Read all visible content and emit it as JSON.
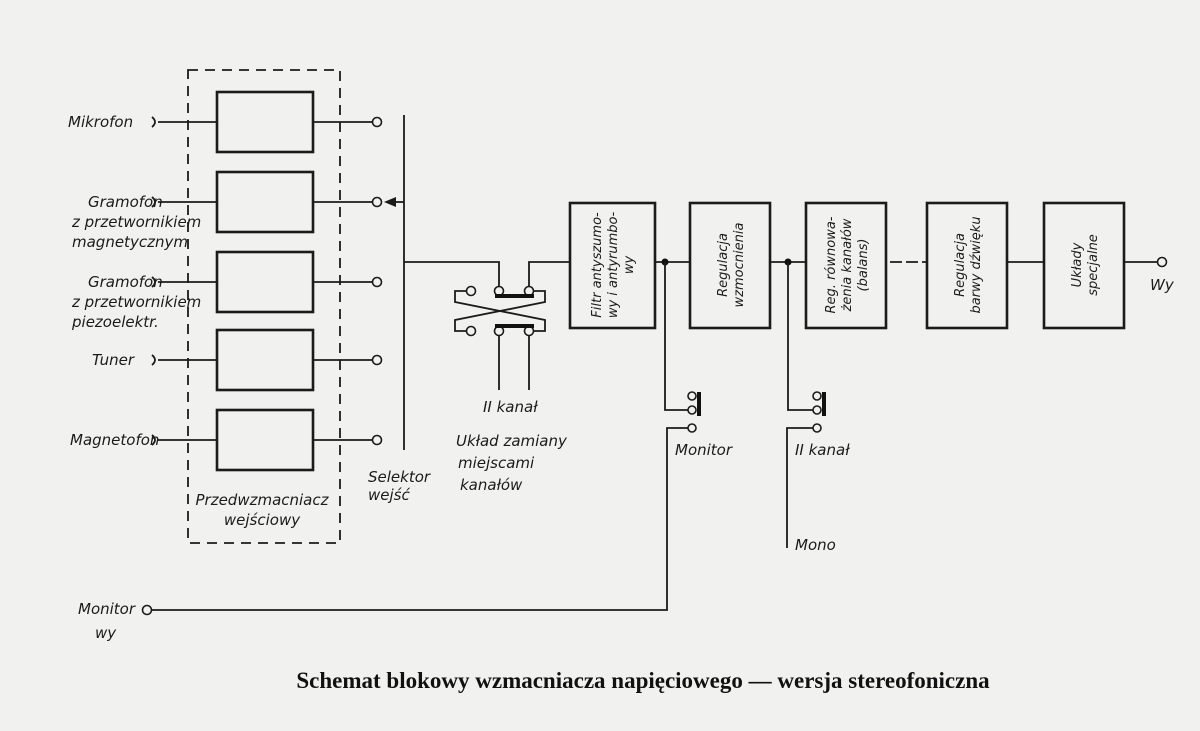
{
  "inputs": [
    "Mikrofon",
    [
      "Gramofon",
      "z przetwornikiem",
      "magnetycznym"
    ],
    [
      "Gramofon",
      "z przetwornikiem",
      "piezoelektr."
    ],
    "Tuner",
    "Magnetofon"
  ],
  "preamp_label": [
    "Przedwzmacniacz",
    "wejściowy"
  ],
  "selector_label": [
    "Selektor",
    "wejść"
  ],
  "swap": {
    "channel": "II kanał",
    "label": [
      "Układ zamiany",
      "miejscami",
      "kanałów"
    ]
  },
  "blocks": [
    [
      "Filtr antyszumo-",
      "wy i antyrumbo-",
      "wy"
    ],
    [
      "Regulacja",
      "wzmocnienia"
    ],
    [
      "Reg. równowa-",
      "żenia kanałów",
      "(balans)"
    ],
    [
      "Regulacja",
      "barwy dźwięku"
    ],
    [
      "Układy",
      "specjalne"
    ]
  ],
  "output_label": "Wy",
  "monitor_switch_label": "Monitor",
  "channel_switch_label": "II kanał",
  "mono_label": "Mono",
  "monitor_out_label": [
    "Monitor",
    "wy"
  ],
  "caption": "Schemat blokowy wzmacniacza napięciowego — wersja stereofoniczna"
}
